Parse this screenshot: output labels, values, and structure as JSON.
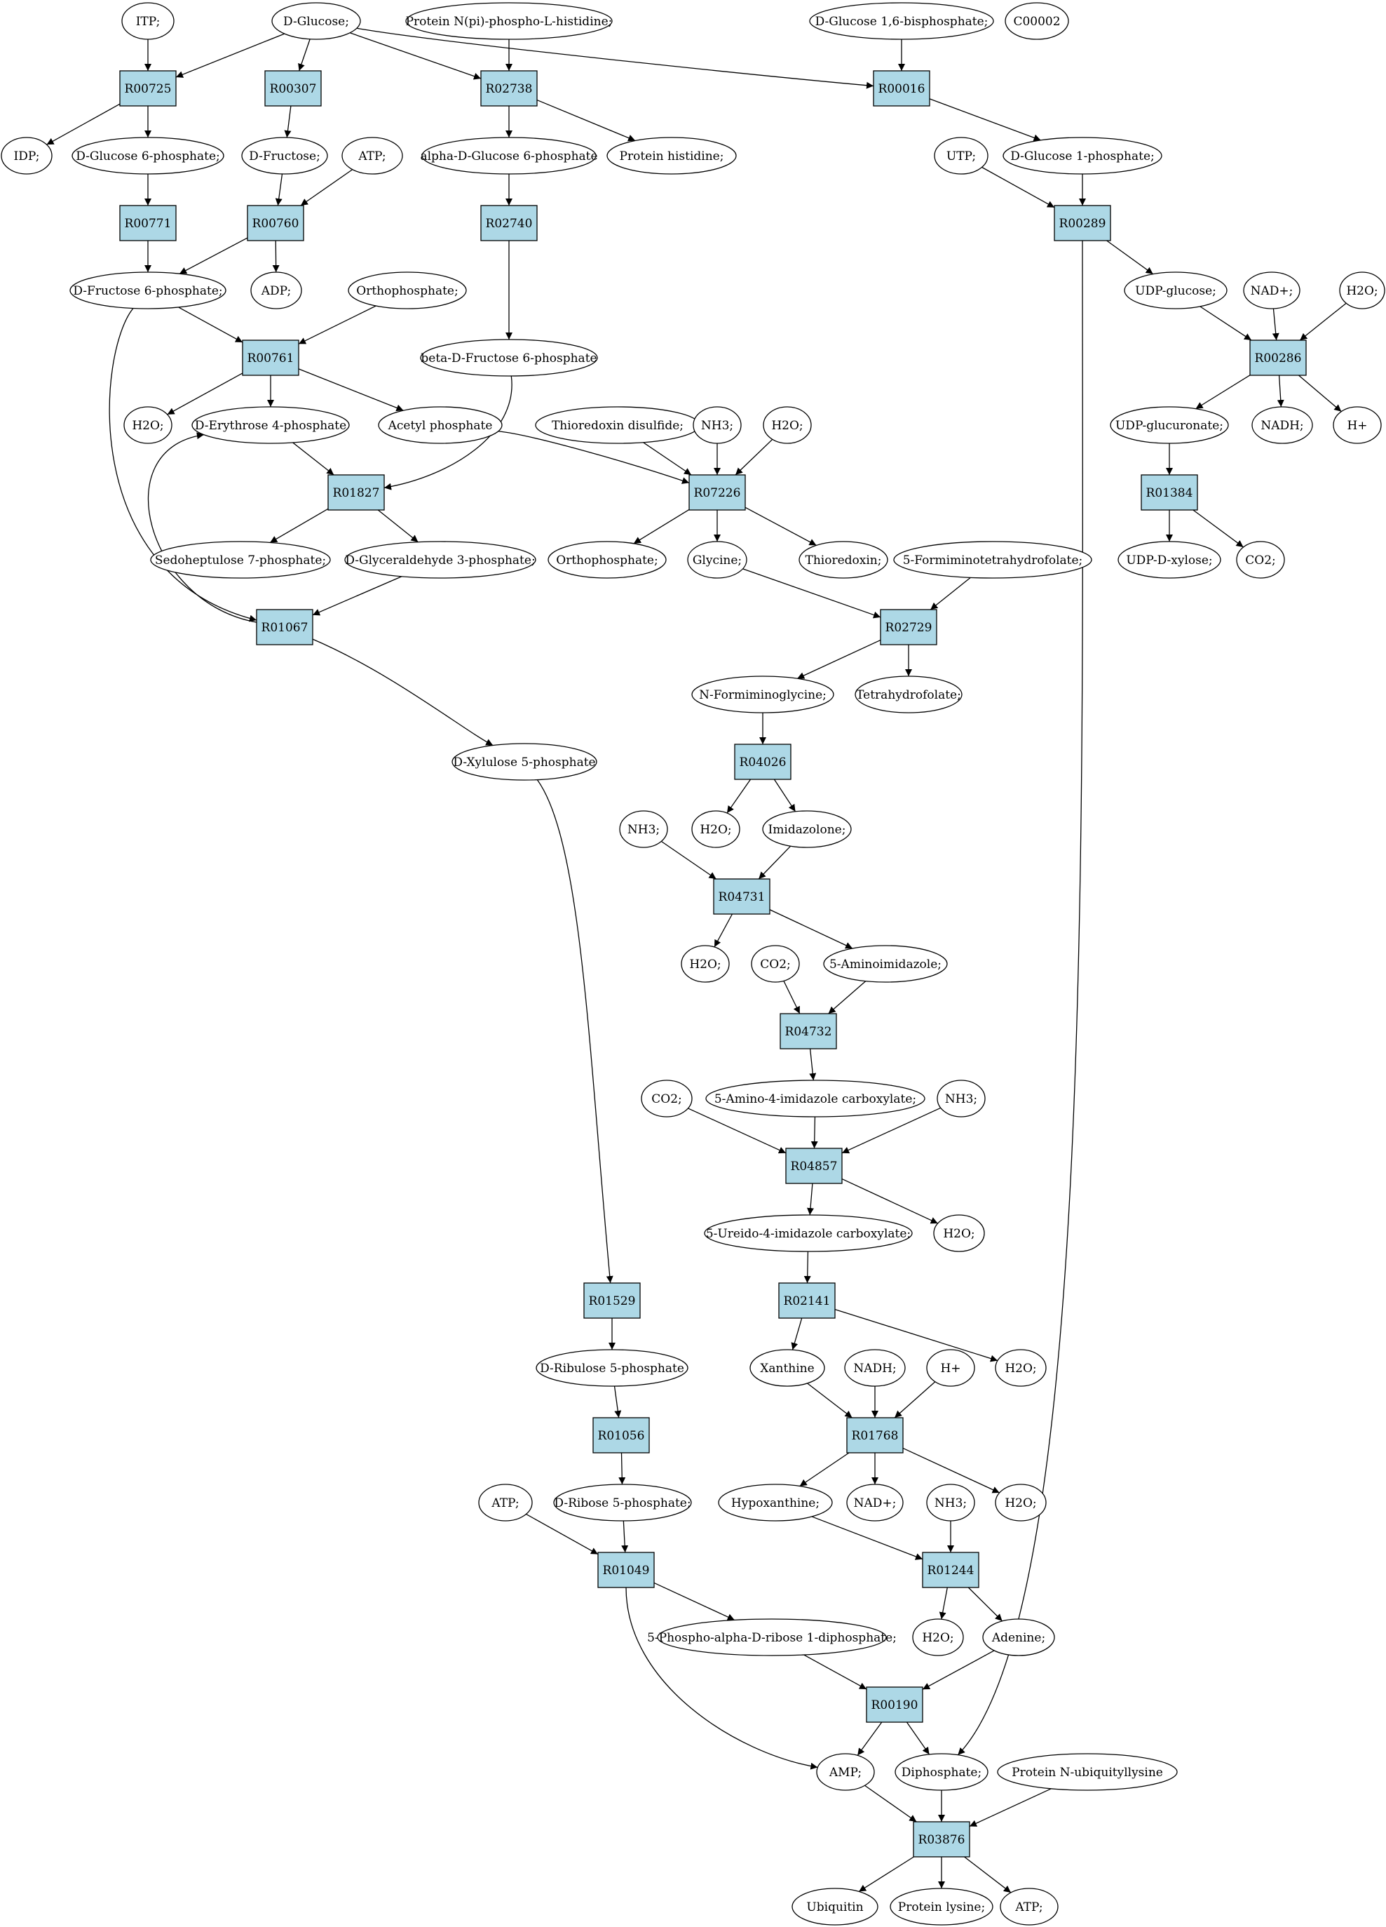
{
  "metabolites": [
    {
      "id": "m_itp",
      "label": "ITP;"
    },
    {
      "id": "m_glucose",
      "label": "D-Glucose;",
      "color": "#00ff00"
    },
    {
      "id": "m_protnpi",
      "label": "Protein N(pi)-phospho-L-histidine;"
    },
    {
      "id": "m_g16bp",
      "label": "D-Glucose 1,6-bisphosphate;"
    },
    {
      "id": "m_c00002",
      "label": "C00002",
      "color": "#ffff00"
    },
    {
      "id": "m_idp",
      "label": "IDP;"
    },
    {
      "id": "m_g6p",
      "label": "D-Glucose 6-phosphate;"
    },
    {
      "id": "m_fructose",
      "label": "D-Fructose;"
    },
    {
      "id": "m_atp1",
      "label": "ATP;"
    },
    {
      "id": "m_ag6p",
      "label": "alpha-D-Glucose 6-phosphate"
    },
    {
      "id": "m_prothis",
      "label": "Protein histidine;"
    },
    {
      "id": "m_utp",
      "label": "UTP;"
    },
    {
      "id": "m_g1p",
      "label": "D-Glucose 1-phosphate;"
    },
    {
      "id": "m_f6p",
      "label": "D-Fructose 6-phosphate;"
    },
    {
      "id": "m_adp",
      "label": "ADP;"
    },
    {
      "id": "m_pi1",
      "label": "Orthophosphate;"
    },
    {
      "id": "m_bf6p",
      "label": "beta-D-Fructose 6-phosphate"
    },
    {
      "id": "m_udpg",
      "label": "UDP-glucose;"
    },
    {
      "id": "m_nad1",
      "label": "NAD+;"
    },
    {
      "id": "m_h2o_a",
      "label": "H2O;"
    },
    {
      "id": "m_h2o_b",
      "label": "H2O;"
    },
    {
      "id": "m_e4p",
      "label": "D-Erythrose 4-phosphate"
    },
    {
      "id": "m_acp",
      "label": "Acetyl phosphate"
    },
    {
      "id": "m_trxss",
      "label": "Thioredoxin disulfide;"
    },
    {
      "id": "m_nh3_a",
      "label": "NH3;"
    },
    {
      "id": "m_h2o_c",
      "label": "H2O;"
    },
    {
      "id": "m_udpgluc",
      "label": "UDP-glucuronate;"
    },
    {
      "id": "m_nadh1",
      "label": "NADH;"
    },
    {
      "id": "m_hplus1",
      "label": "H+"
    },
    {
      "id": "m_s7p",
      "label": "Sedoheptulose 7-phosphate;"
    },
    {
      "id": "m_g3p",
      "label": "D-Glyceraldehyde 3-phosphate;"
    },
    {
      "id": "m_pi2",
      "label": "Orthophosphate;"
    },
    {
      "id": "m_gly",
      "label": "Glycine;"
    },
    {
      "id": "m_trx",
      "label": "Thioredoxin;"
    },
    {
      "id": "m_5fthf",
      "label": "5-Formiminotetrahydrofolate;"
    },
    {
      "id": "m_udpxyl",
      "label": "UDP-D-xylose;"
    },
    {
      "id": "m_co2_a",
      "label": "CO2;"
    },
    {
      "id": "m_nfgly",
      "label": "N-Formiminoglycine;"
    },
    {
      "id": "m_thf",
      "label": "Tetrahydrofolate;"
    },
    {
      "id": "m_x5p",
      "label": "D-Xylulose 5-phosphate"
    },
    {
      "id": "m_nh3_b",
      "label": "NH3;"
    },
    {
      "id": "m_h2o_d",
      "label": "H2O;"
    },
    {
      "id": "m_imid",
      "label": "Imidazolone;"
    },
    {
      "id": "m_h2o_e",
      "label": "H2O;"
    },
    {
      "id": "m_co2_b",
      "label": "CO2;"
    },
    {
      "id": "m_5ai",
      "label": "5-Aminoimidazole;"
    },
    {
      "id": "m_co2_c",
      "label": "CO2;"
    },
    {
      "id": "m_5aic",
      "label": "5-Amino-4-imidazole carboxylate;"
    },
    {
      "id": "m_nh3_c",
      "label": "NH3;"
    },
    {
      "id": "m_5uic",
      "label": "5-Ureido-4-imidazole carboxylate;"
    },
    {
      "id": "m_h2o_f",
      "label": "H2O;"
    },
    {
      "id": "m_ru5p",
      "label": "D-Ribulose 5-phosphate"
    },
    {
      "id": "m_xan",
      "label": "Xanthine"
    },
    {
      "id": "m_nadh2",
      "label": "NADH;"
    },
    {
      "id": "m_hplus2",
      "label": "H+"
    },
    {
      "id": "m_h2o_g",
      "label": "H2O;"
    },
    {
      "id": "m_atp2",
      "label": "ATP;"
    },
    {
      "id": "m_r5p",
      "label": "D-Ribose 5-phosphate;"
    },
    {
      "id": "m_hypox",
      "label": "Hypoxanthine;"
    },
    {
      "id": "m_nad2",
      "label": "NAD+;"
    },
    {
      "id": "m_nh3_d",
      "label": "NH3;"
    },
    {
      "id": "m_h2o_h",
      "label": "H2O;"
    },
    {
      "id": "m_prpp",
      "label": "5-Phospho-alpha-D-ribose 1-diphosphate;"
    },
    {
      "id": "m_h2o_i",
      "label": "H2O;"
    },
    {
      "id": "m_ade",
      "label": "Adenine;"
    },
    {
      "id": "m_amp",
      "label": "AMP;"
    },
    {
      "id": "m_ppi",
      "label": "Diphosphate;"
    },
    {
      "id": "m_protubq",
      "label": "Protein N-ubiquityllysine"
    },
    {
      "id": "m_ubq",
      "label": "Ubiquitin"
    },
    {
      "id": "m_protlys",
      "label": "Protein lysine;"
    },
    {
      "id": "m_atp3",
      "label": "ATP;"
    }
  ],
  "reactions": [
    {
      "id": "R00725",
      "label": "R00725"
    },
    {
      "id": "R00307",
      "label": "R00307"
    },
    {
      "id": "R02738",
      "label": "R02738"
    },
    {
      "id": "R00016",
      "label": "R00016"
    },
    {
      "id": "R00771",
      "label": "R00771"
    },
    {
      "id": "R00760",
      "label": "R00760"
    },
    {
      "id": "R02740",
      "label": "R02740"
    },
    {
      "id": "R00289",
      "label": "R00289"
    },
    {
      "id": "R00761",
      "label": "R00761"
    },
    {
      "id": "R00286",
      "label": "R00286"
    },
    {
      "id": "R01827",
      "label": "R01827"
    },
    {
      "id": "R07226",
      "label": "R07226"
    },
    {
      "id": "R01384",
      "label": "R01384"
    },
    {
      "id": "R01067",
      "label": "R01067"
    },
    {
      "id": "R02729",
      "label": "R02729"
    },
    {
      "id": "R04026",
      "label": "R04026"
    },
    {
      "id": "R04731",
      "label": "R04731"
    },
    {
      "id": "R04732",
      "label": "R04732"
    },
    {
      "id": "R04857",
      "label": "R04857"
    },
    {
      "id": "R01529",
      "label": "R01529"
    },
    {
      "id": "R02141",
      "label": "R02141"
    },
    {
      "id": "R01056",
      "label": "R01056"
    },
    {
      "id": "R01768",
      "label": "R01768"
    },
    {
      "id": "R01049",
      "label": "R01049"
    },
    {
      "id": "R01244",
      "label": "R01244"
    },
    {
      "id": "R00190",
      "label": "R00190"
    },
    {
      "id": "R03876",
      "label": "R03876"
    }
  ]
}
